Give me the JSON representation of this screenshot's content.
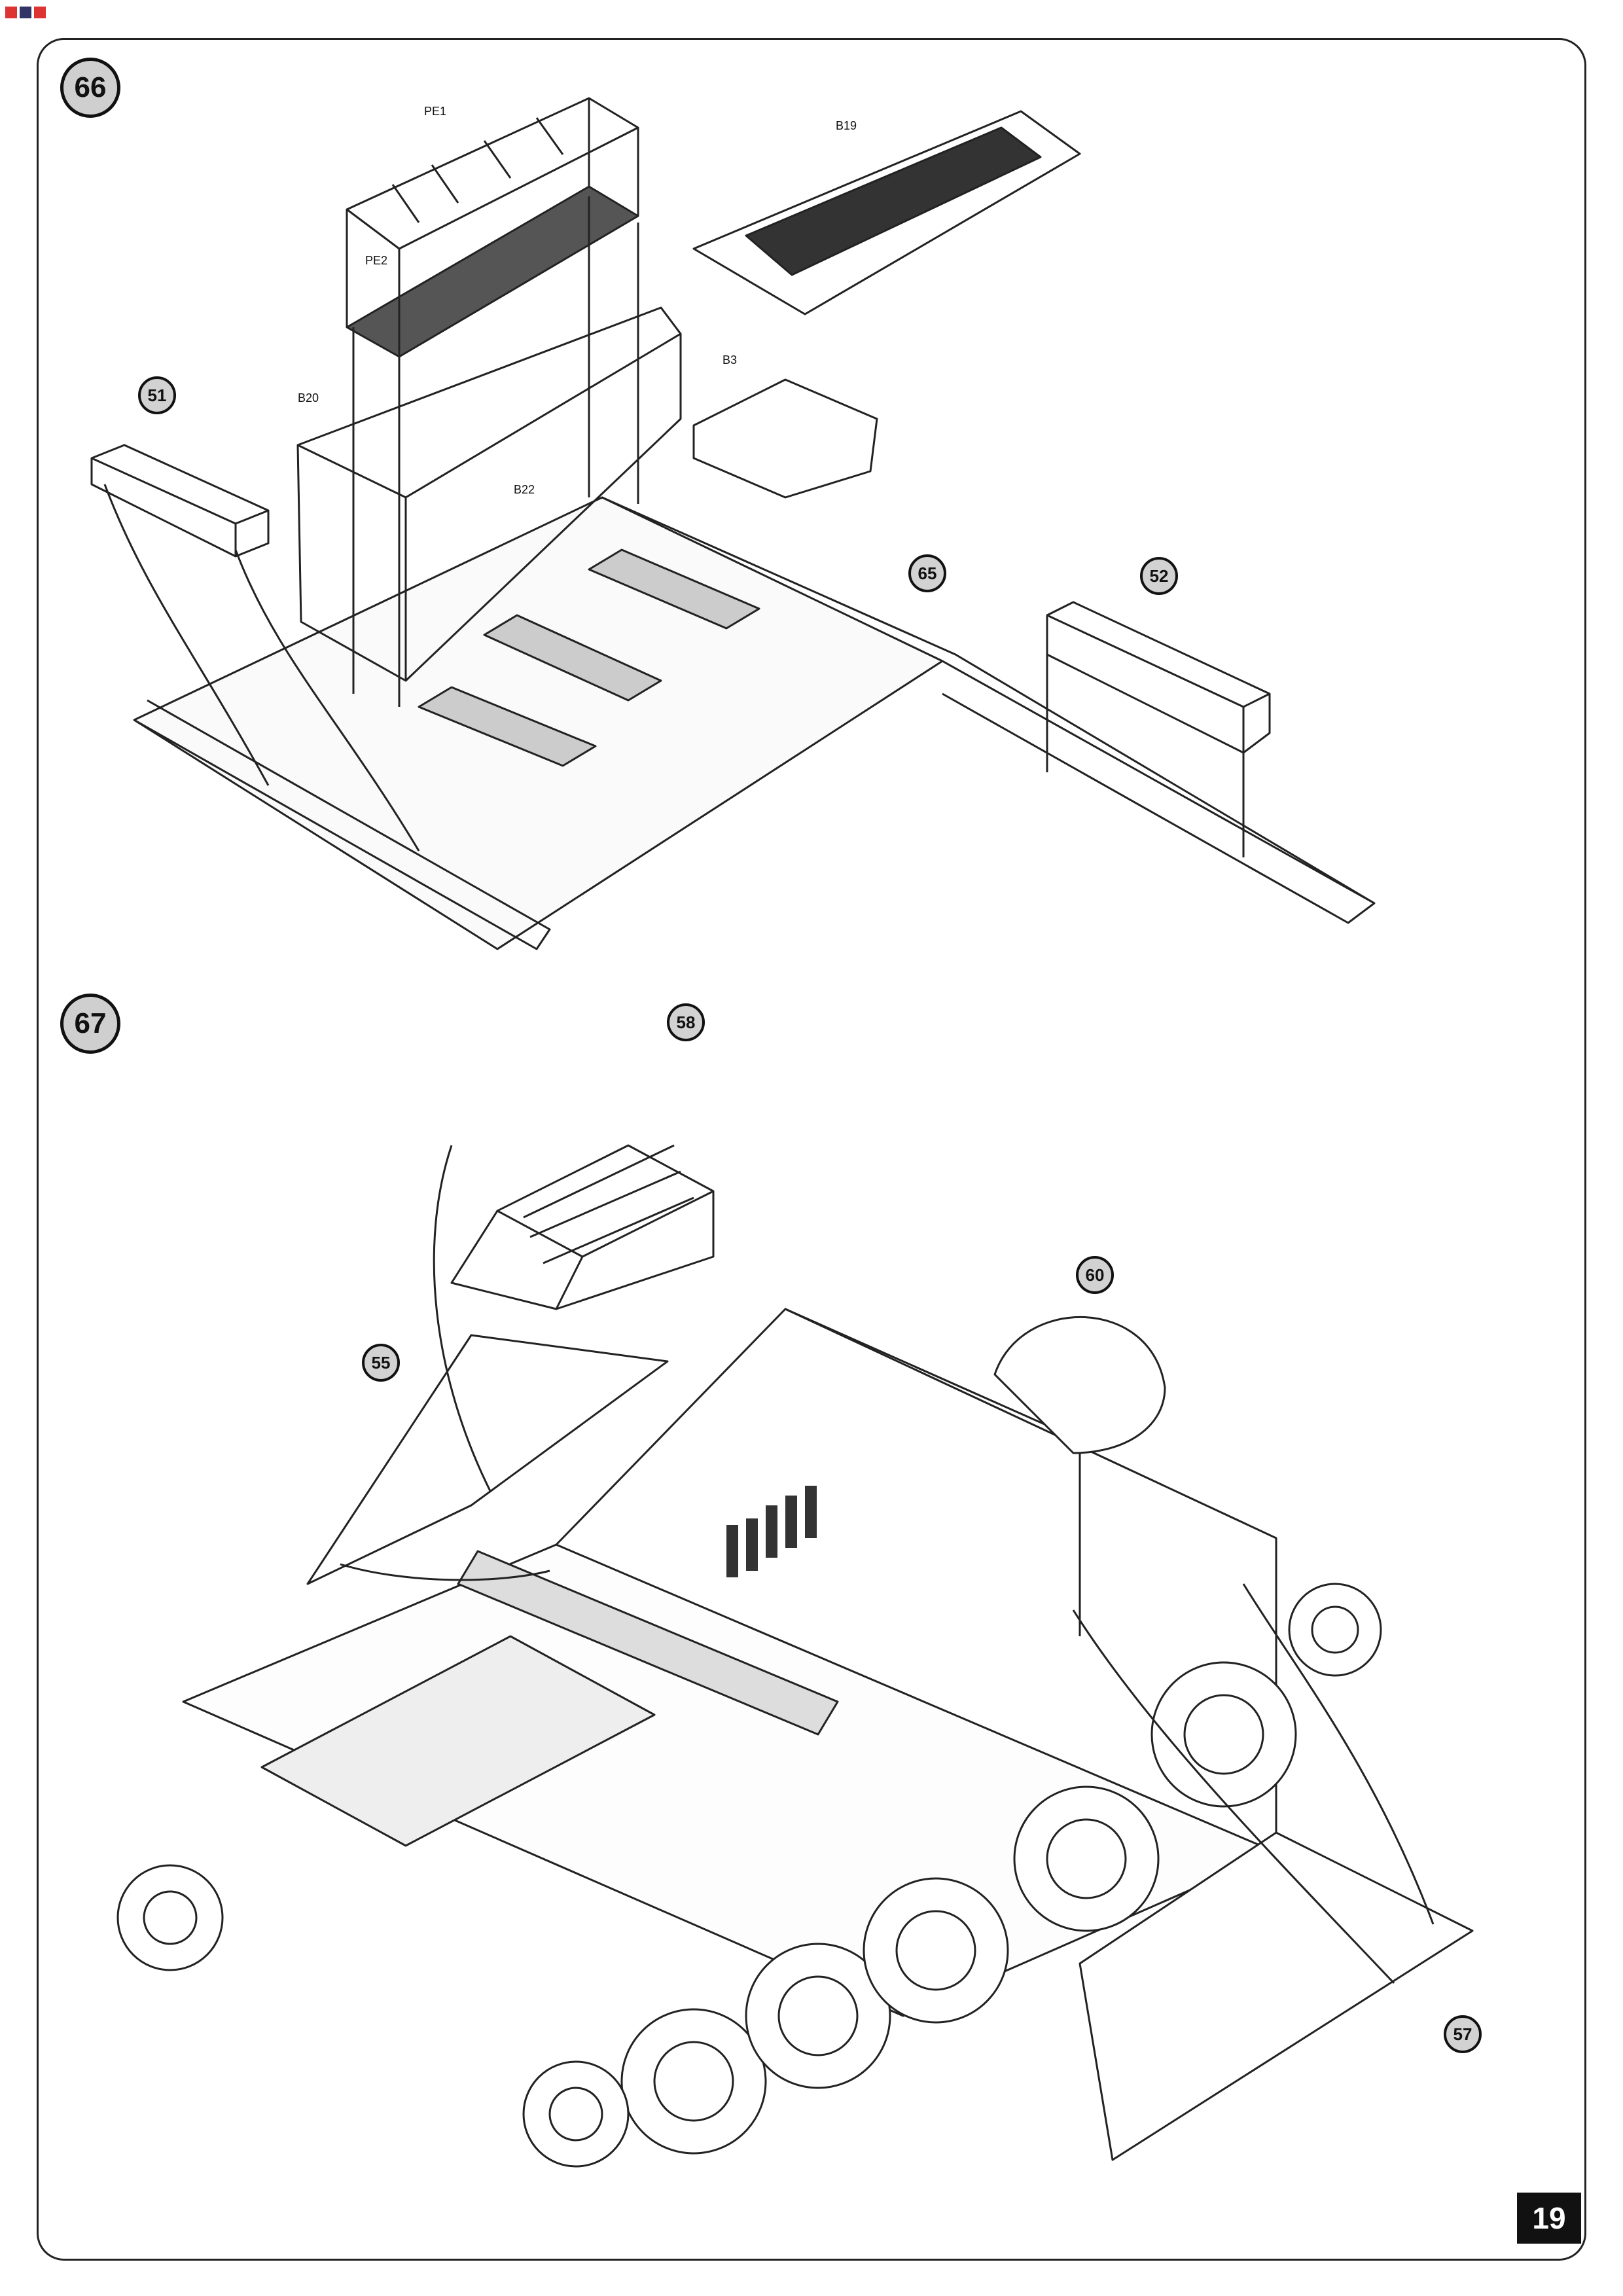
{
  "watermark": {
    "text": ""
  },
  "steps": [
    {
      "number": "66"
    },
    {
      "number": "67"
    }
  ],
  "step66": {
    "refs": [
      "51",
      "65",
      "52"
    ],
    "parts": [
      "PE1",
      "PE2",
      "B19",
      "B20",
      "B3",
      "B22"
    ]
  },
  "step67": {
    "refs": [
      "58",
      "55",
      "60",
      "57"
    ]
  },
  "page_number": "19"
}
